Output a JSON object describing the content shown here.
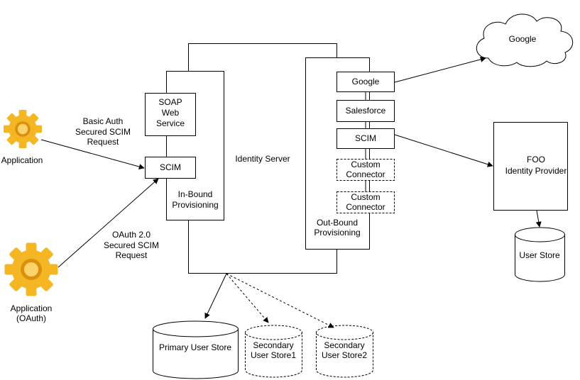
{
  "left_apps": {
    "app1_label": "Application",
    "app2_label_line1": "Application",
    "app2_label_line2": "(OAuth)",
    "basic_auth_lines": [
      "Basic Auth",
      "Secured SCIM",
      "Request"
    ],
    "oauth_lines": [
      "OAuth 2.0",
      "Secured SCIM",
      "Request"
    ],
    "gear_icon": "gear-icon"
  },
  "identity_server": {
    "label": "Identity Server",
    "inbound": {
      "soap_lines": [
        "SOAP",
        "Web",
        "Service"
      ],
      "scim": "SCIM",
      "label_lines": [
        "In-Bound",
        "Provisioning"
      ]
    },
    "outbound": {
      "google": "Google",
      "salesforce": "Salesforce",
      "scim": "SCIM",
      "custom1_lines": [
        "Custom",
        "Connector"
      ],
      "custom2_lines": [
        "Custom",
        "Connector"
      ],
      "label_lines": [
        "Out-Bound",
        "Provisioning"
      ]
    }
  },
  "google_cloud": {
    "label": "Google"
  },
  "foo_idp": {
    "lines": [
      "FOO",
      "Identity Provider"
    ]
  },
  "user_store": {
    "label": "User Store"
  },
  "stores": {
    "primary": "Primary User Store",
    "secondary1_lines": [
      "Secondary",
      "User Store1"
    ],
    "secondary2_lines": [
      "Secondary",
      "User Store2"
    ]
  },
  "colors": {
    "gear": "#f5b623",
    "gear_dark": "#d9900e",
    "stroke": "#000000"
  }
}
